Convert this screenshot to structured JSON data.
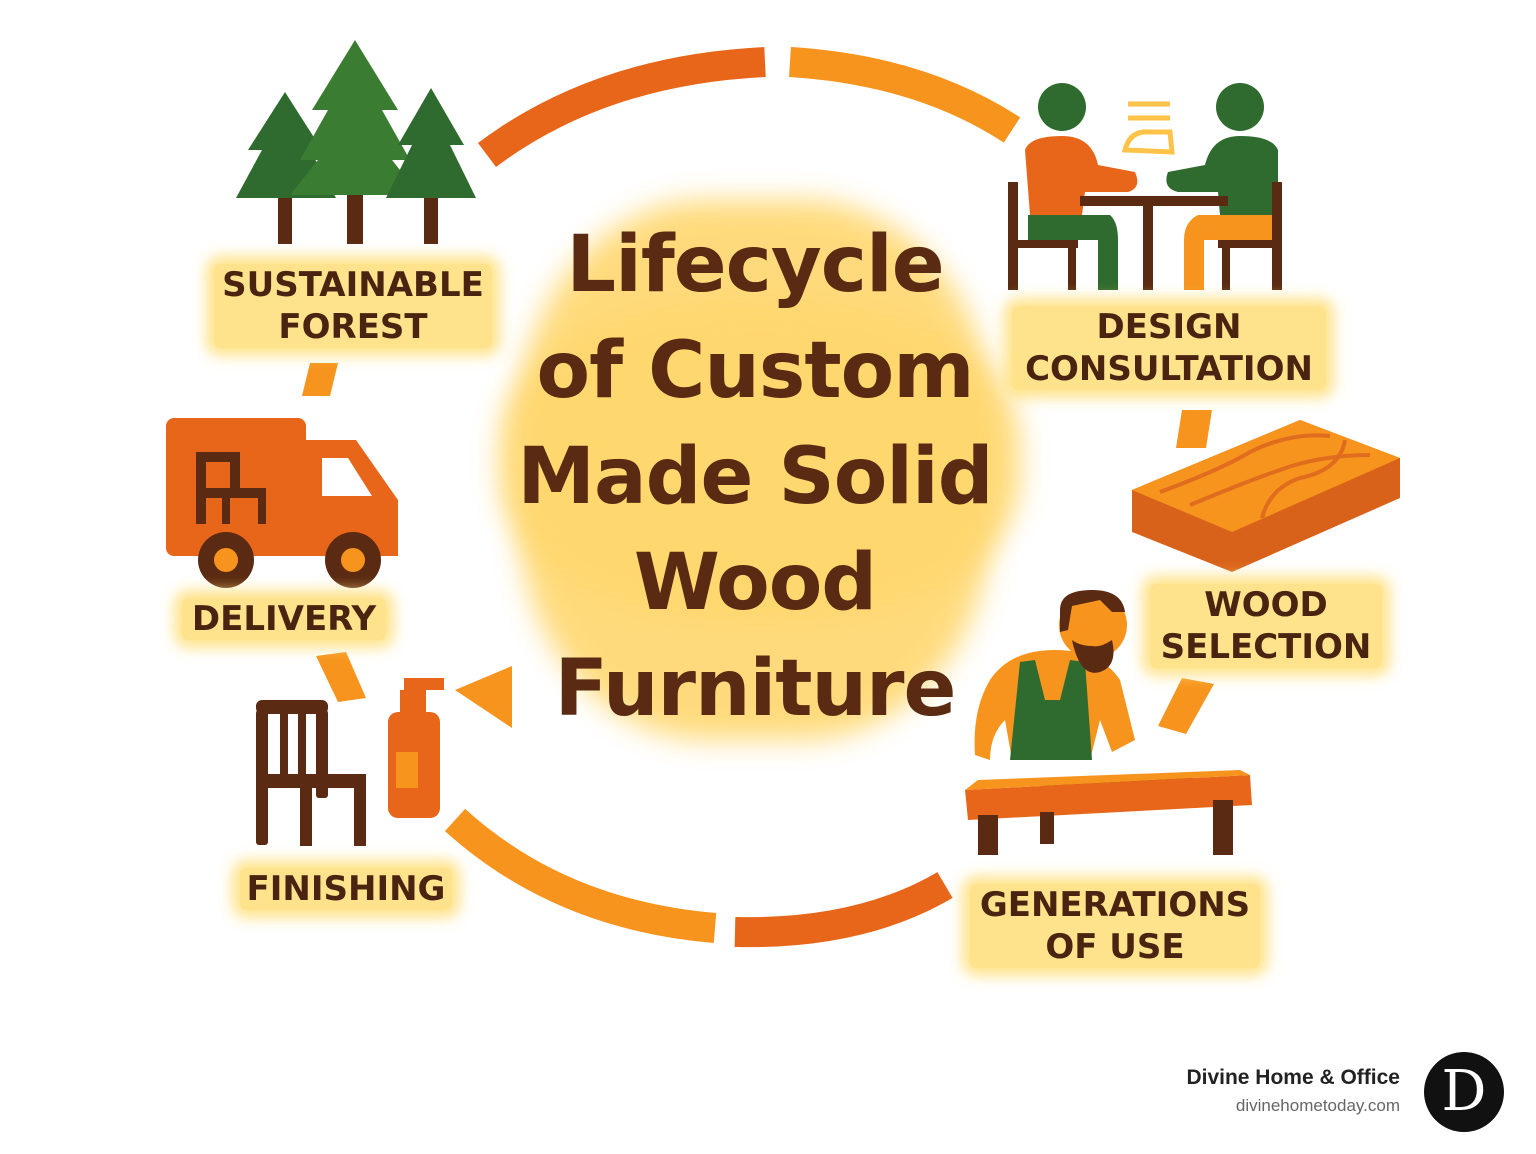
{
  "title": {
    "line1": "Lifecycle",
    "line2": "of Custom",
    "line3": "Made Solid",
    "line4": "Wood",
    "line5": "Furniture"
  },
  "stages": {
    "forest": {
      "line1": "SUSTAINABLE",
      "line2": "FOREST",
      "icon": "trees-icon"
    },
    "design": {
      "line1": "DESIGN",
      "line2": "CONSULTATION",
      "icon": "consultation-icon"
    },
    "wood": {
      "line1": "WOOD",
      "line2": "SELECTION",
      "icon": "wood-plank-icon"
    },
    "generations": {
      "line1": "GENERATIONS",
      "line2": "OF USE",
      "icon": "craftsman-icon"
    },
    "finishing": {
      "label": "FINISHING",
      "icon": "chair-spray-icon"
    },
    "delivery": {
      "label": "DELIVERY",
      "icon": "delivery-truck-icon"
    }
  },
  "brand": {
    "name": "Divine Home & Office",
    "url": "divinehometoday.com",
    "logo_letter": "D"
  },
  "colors": {
    "orange_dark": "#e8661a",
    "orange": "#f7941d",
    "green": "#2f6b2f",
    "brown": "#5a2a12",
    "glow": "#ffd76e"
  }
}
